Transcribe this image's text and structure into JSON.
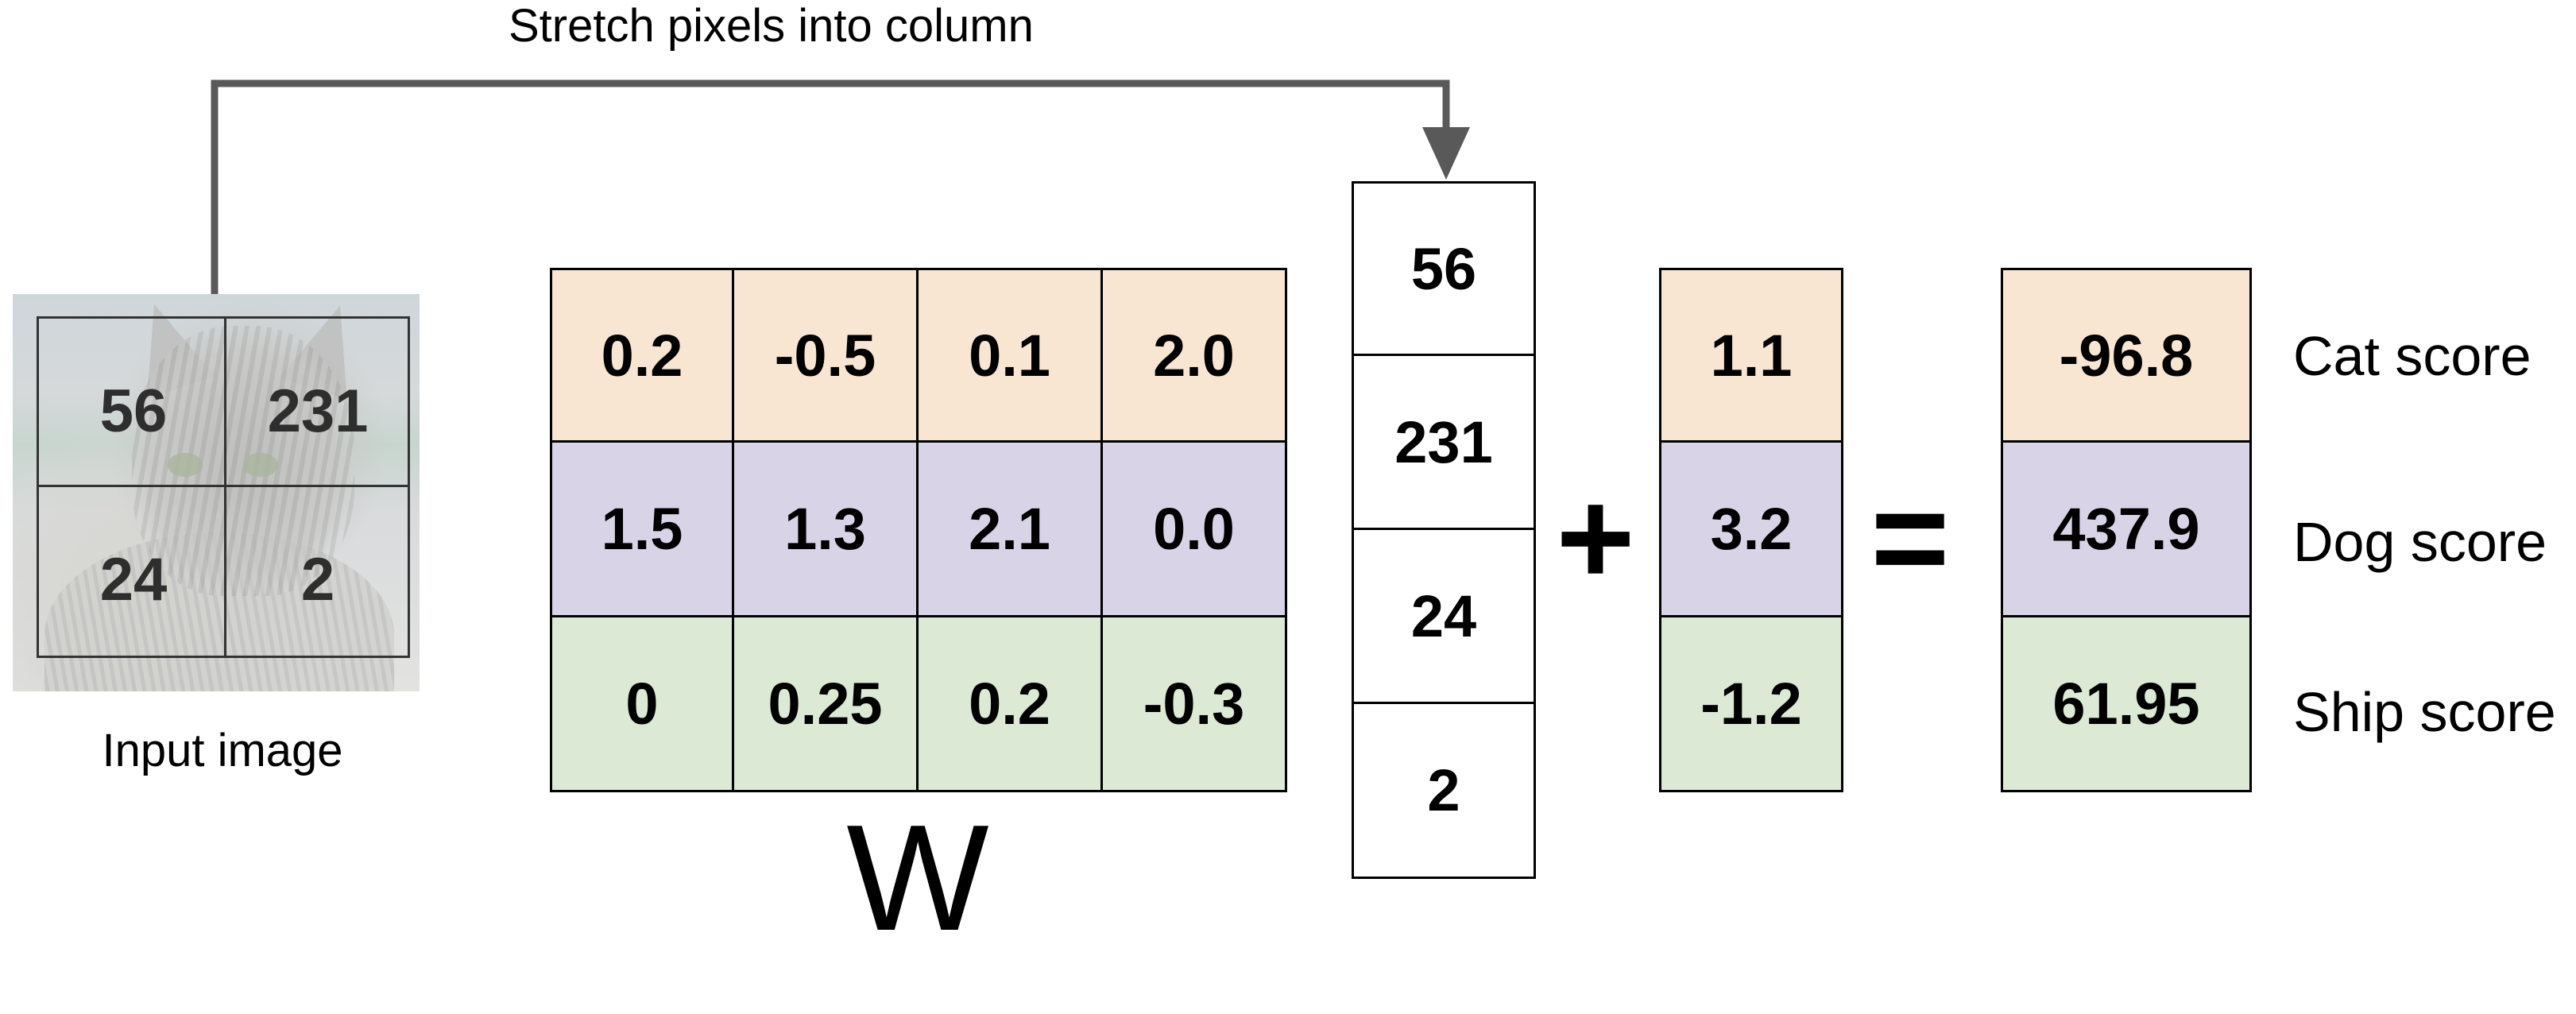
{
  "arrow_label": "Stretch pixels into column",
  "input_image": {
    "caption": "Input image",
    "pixels": [
      "56",
      "231",
      "24",
      "2"
    ]
  },
  "weights": {
    "label": "W",
    "rows": [
      [
        "0.2",
        "-0.5",
        "0.1",
        "2.0"
      ],
      [
        "1.5",
        "1.3",
        "2.1",
        "0.0"
      ],
      [
        "0",
        "0.25",
        "0.2",
        "-0.3"
      ]
    ]
  },
  "pixel_column": [
    "56",
    "231",
    "24",
    "2"
  ],
  "plus": "+",
  "bias": [
    "1.1",
    "3.2",
    "-1.2"
  ],
  "equals": "=",
  "scores": [
    "-96.8",
    "437.9",
    "61.95"
  ],
  "score_labels": [
    "Cat score",
    "Dog score",
    "Ship score"
  ],
  "colors": {
    "cat_row": "#f8e5d2",
    "dog_row": "#d9d3e8",
    "ship_row": "#dce9d5",
    "arrow": "#595959"
  }
}
